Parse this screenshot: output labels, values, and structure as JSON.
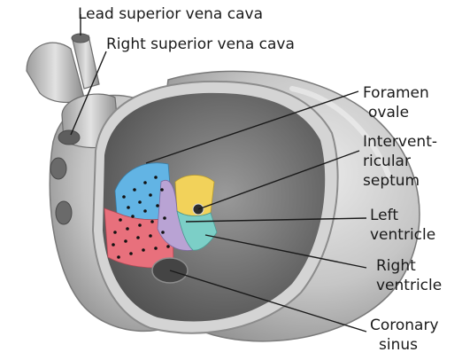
{
  "labels": {
    "lead_svc": "Lead superior vena cava",
    "right_svc": "Right superior vena cava",
    "foramen_1": "Foramen",
    "foramen_2": "ovale",
    "ivs_1": "Intervent-",
    "ivs_2": "ricular",
    "ivs_3": "septum",
    "lv_1": "Left",
    "lv_2": "ventricle",
    "rv_1": "Right",
    "rv_2": "ventricle",
    "cs_1": "Coronary",
    "cs_2": "sinus"
  },
  "colors": {
    "heart_tissue": "#c9c9c9",
    "heart_shadow": "#8f8f8f",
    "heart_highlight": "#e6e6e6",
    "cavity_dark": "#5b5b5b",
    "region_blue": "#62b4e4",
    "region_red": "#e8707c",
    "region_yellow": "#f2d25a",
    "region_purple": "#b9a3d4",
    "region_teal": "#7ccfc7",
    "leader_line": "#1a1a1a"
  }
}
